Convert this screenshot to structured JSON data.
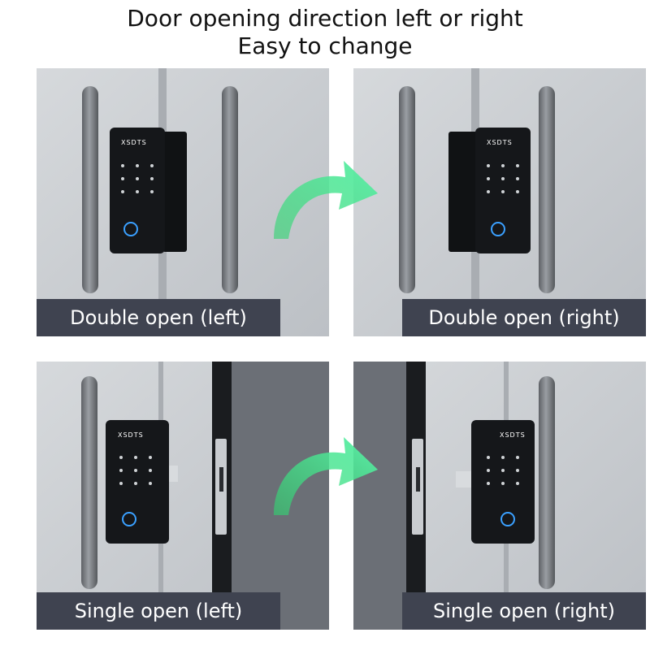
{
  "header": {
    "line1": "Door opening direction left or right",
    "line2": "Easy to change"
  },
  "brand": "XSDTS",
  "panels": [
    {
      "caption": "Double open (left)"
    },
    {
      "caption": "Double open (right)"
    },
    {
      "caption": "Single open (left)"
    },
    {
      "caption": "Single open (right)"
    }
  ],
  "colors": {
    "arrow": "#3fe08a",
    "caption_bg": "#3f4350",
    "glass": "#c9cdd2",
    "lock_body": "#15171a"
  }
}
